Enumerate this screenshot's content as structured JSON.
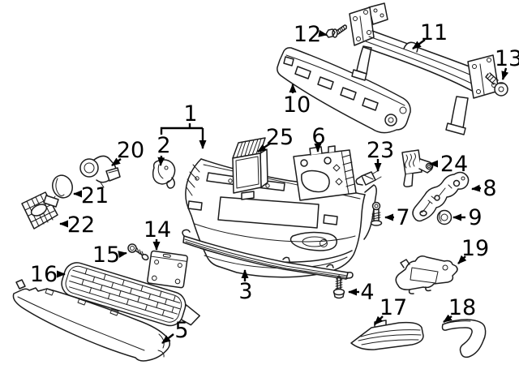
{
  "diagram": {
    "type": "exploded-parts-diagram",
    "colors": {
      "line": "#1c1c1c",
      "background": "#ffffff",
      "label_text": "#000000"
    },
    "labels": {
      "p1": "1",
      "p2": "2",
      "p3": "3",
      "p4": "4",
      "p5": "5",
      "p6": "6",
      "p7": "7",
      "p8": "8",
      "p9": "9",
      "p10": "10",
      "p11": "11",
      "p12": "12",
      "p13": "13",
      "p14": "14",
      "p15": "15",
      "p16": "16",
      "p17": "17",
      "p18": "18",
      "p19": "19",
      "p20": "20",
      "p21": "21",
      "p22": "22",
      "p23": "23",
      "p24": "24",
      "p25": "25"
    }
  }
}
